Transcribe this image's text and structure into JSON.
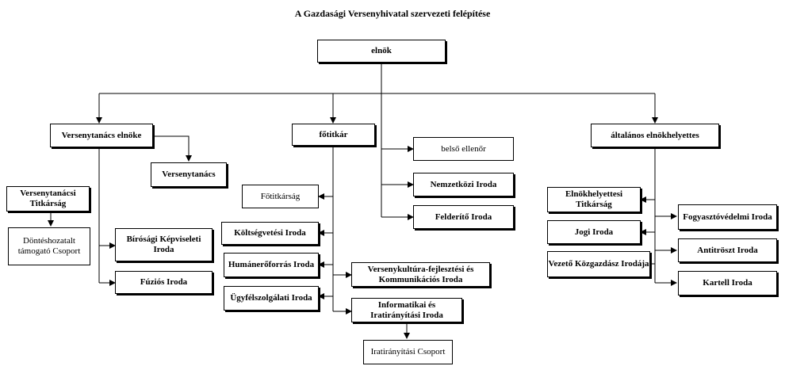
{
  "title": "A Gazdasági Versenyhivatal szervezeti felépítése",
  "units": {
    "elnok": "elnök",
    "vt_elnoke": "Versenytanács elnöke",
    "versenytanacs": "Versenytanács",
    "vt_titkarsag": "Versenytanácsi Titkárság",
    "donteshozatalt": "Döntéshozatalt támogató Csoport",
    "birosagi": "Bírósági Képviseleti Iroda",
    "fuzios": "Fúziós Iroda",
    "fotitkar": "főtitkár",
    "fotitkarsag": "Főtitkárság",
    "koltsegvetesi": "Költségvetési Iroda",
    "humaneroforras": "Humánerőforrás Iroda",
    "ugyfelszolgalati": "Ügyfélszolgálati Iroda",
    "versenykultura": "Versenykultúra-fejlesztési és Kommunikációs Iroda",
    "informatikai": "Informatikai és Iratirányítási Iroda",
    "iratiranyitasi": "Iratirányítási Csoport",
    "belso_ellenor": "belső ellenőr",
    "nemzetkozi": "Nemzetközi Iroda",
    "felderito": "Felderítő Iroda",
    "altalanos": "általános elnökhelyettes",
    "eh_titkarsag": "Elnökhelyettesi Titkárság",
    "jogi": "Jogi Iroda",
    "vezeto_kozgazdasz": "Vezető Közgazdász Irodája",
    "fogyasztovedelmi": "Fogyasztóvédelmi Iroda",
    "antitroszt": "Antitröszt Iroda",
    "kartell": "Kartell Iroda"
  }
}
